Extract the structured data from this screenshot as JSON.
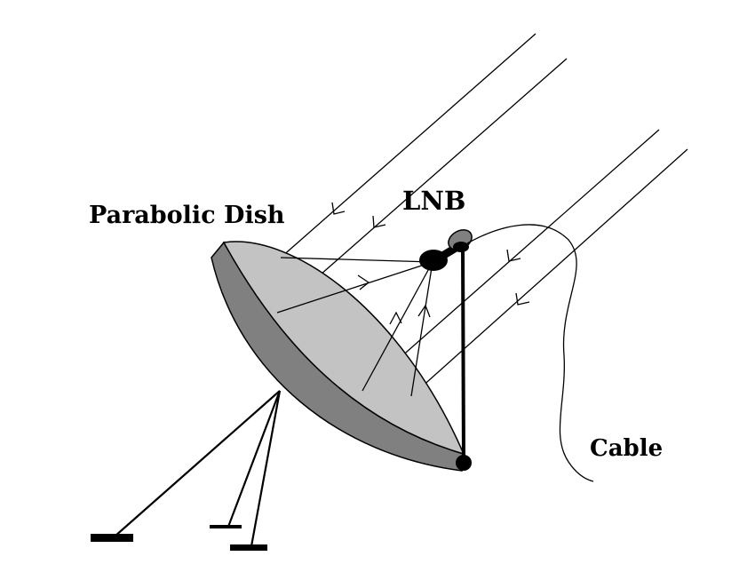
{
  "labels": {
    "dish": "Parabolic Dish",
    "lnb": "LNB",
    "cable": "Cable"
  },
  "colors": {
    "dish_face": "#c3c3c3",
    "dish_rim": "#808080",
    "ink": "#000000",
    "lnb_body": "#808080"
  }
}
